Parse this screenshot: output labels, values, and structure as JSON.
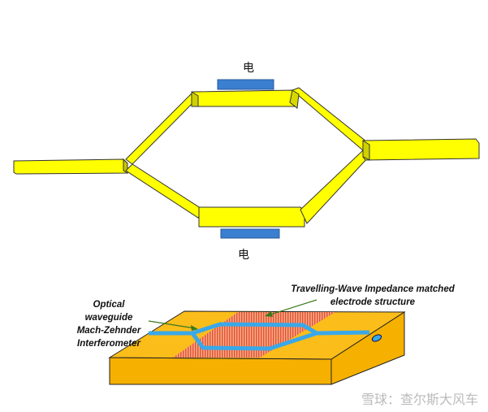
{
  "top_diagram": {
    "electrode_top_label": "电",
    "electrode_bottom_label": "电"
  },
  "bottom_diagram": {
    "waveguide_label": [
      "Optical waveguide",
      "Mach-Zehnder",
      "Interferometer"
    ],
    "electrode_label": [
      "Travelling-Wave Impedance matched",
      "electrode structure"
    ]
  },
  "watermark": "雪球：查尔斯大风车",
  "colors": {
    "waveguide_bar": "#ffff00",
    "electrode": "#3a7fd0",
    "substrate": "#f5b800",
    "electrode_stripes": "#e8604a",
    "optical_guide": "#3aa8e8",
    "arrow": "#3a7a1a"
  }
}
